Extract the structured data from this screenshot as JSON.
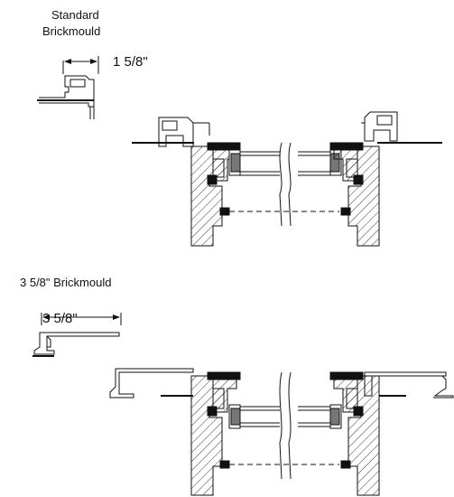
{
  "section1": {
    "title_line1": "Standard",
    "title_line2": "Brickmould",
    "dimension": "1 5/8\""
  },
  "section2": {
    "title": "3 5/8\" Brickmould",
    "dimension": "3 5/8\""
  }
}
